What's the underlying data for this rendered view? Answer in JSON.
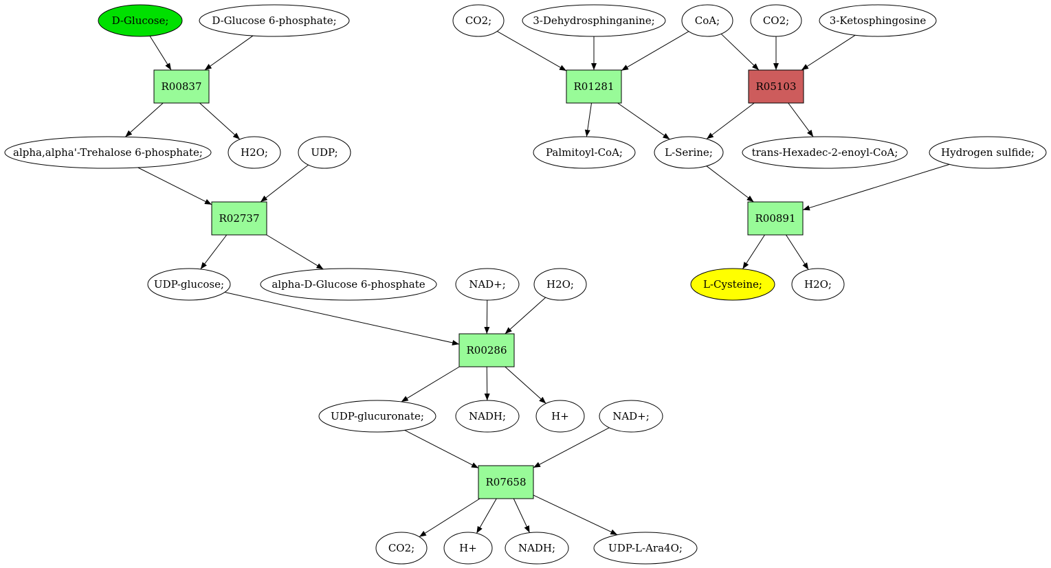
{
  "colors": {
    "background": "#ffffff",
    "compound": "#ffffff",
    "source_compound": "#00e000",
    "target_compound": "#ffff00",
    "reaction": "#98fb98",
    "reaction_highlight": "#cd5c5c"
  },
  "nodes": [
    {
      "id": "dglucose",
      "label": "D-Glucose;",
      "kind": "compound",
      "role": "source"
    },
    {
      "id": "g6p",
      "label": "D-Glucose 6-phosphate;",
      "kind": "compound"
    },
    {
      "id": "R00837",
      "label": "R00837",
      "kind": "reaction"
    },
    {
      "id": "treh6p",
      "label": "alpha,alpha'-Trehalose 6-phosphate;",
      "kind": "compound"
    },
    {
      "id": "h2o_a",
      "label": "H2O;",
      "kind": "compound"
    },
    {
      "id": "udp",
      "label": "UDP;",
      "kind": "compound"
    },
    {
      "id": "R02737",
      "label": "R02737",
      "kind": "reaction"
    },
    {
      "id": "udpglc",
      "label": "UDP-glucose;",
      "kind": "compound"
    },
    {
      "id": "adg6p",
      "label": "alpha-D-Glucose 6-phosphate",
      "kind": "compound"
    },
    {
      "id": "nad_a",
      "label": "NAD+;",
      "kind": "compound"
    },
    {
      "id": "h2o_b",
      "label": "H2O;",
      "kind": "compound"
    },
    {
      "id": "R00286",
      "label": "R00286",
      "kind": "reaction"
    },
    {
      "id": "udpglcA",
      "label": "UDP-glucuronate;",
      "kind": "compound"
    },
    {
      "id": "nadh_a",
      "label": "NADH;",
      "kind": "compound"
    },
    {
      "id": "hplus_a",
      "label": "H+",
      "kind": "compound"
    },
    {
      "id": "nad_b",
      "label": "NAD+;",
      "kind": "compound"
    },
    {
      "id": "R07658",
      "label": "R07658",
      "kind": "reaction"
    },
    {
      "id": "co2_c",
      "label": "CO2;",
      "kind": "compound"
    },
    {
      "id": "hplus_b",
      "label": "H+",
      "kind": "compound"
    },
    {
      "id": "nadh_b",
      "label": "NADH;",
      "kind": "compound"
    },
    {
      "id": "udpara",
      "label": "UDP-L-Ara4O;",
      "kind": "compound"
    },
    {
      "id": "co2_a",
      "label": "CO2;",
      "kind": "compound"
    },
    {
      "id": "dehydro",
      "label": "3-Dehydrosphinganine;",
      "kind": "compound"
    },
    {
      "id": "coa",
      "label": "CoA;",
      "kind": "compound"
    },
    {
      "id": "co2_b",
      "label": "CO2;",
      "kind": "compound"
    },
    {
      "id": "keto",
      "label": "3-Ketosphingosine",
      "kind": "compound"
    },
    {
      "id": "R01281",
      "label": "R01281",
      "kind": "reaction"
    },
    {
      "id": "R05103",
      "label": "R05103",
      "kind": "reaction",
      "highlight": true
    },
    {
      "id": "palm",
      "label": "Palmitoyl-CoA;",
      "kind": "compound"
    },
    {
      "id": "lser",
      "label": "L-Serine;",
      "kind": "compound"
    },
    {
      "id": "transhex",
      "label": "trans-Hexadec-2-enoyl-CoA;",
      "kind": "compound"
    },
    {
      "id": "h2s",
      "label": "Hydrogen sulfide;",
      "kind": "compound"
    },
    {
      "id": "R00891",
      "label": "R00891",
      "kind": "reaction"
    },
    {
      "id": "lcys",
      "label": "L-Cysteine;",
      "kind": "compound",
      "role": "target"
    },
    {
      "id": "h2o_c",
      "label": "H2O;",
      "kind": "compound"
    }
  ],
  "edges": [
    [
      "dglucose",
      "R00837"
    ],
    [
      "g6p",
      "R00837"
    ],
    [
      "R00837",
      "treh6p"
    ],
    [
      "R00837",
      "h2o_a"
    ],
    [
      "treh6p",
      "R02737"
    ],
    [
      "udp",
      "R02737"
    ],
    [
      "R02737",
      "udpglc"
    ],
    [
      "R02737",
      "adg6p"
    ],
    [
      "udpglc",
      "R00286"
    ],
    [
      "nad_a",
      "R00286"
    ],
    [
      "h2o_b",
      "R00286"
    ],
    [
      "R00286",
      "udpglcA"
    ],
    [
      "R00286",
      "nadh_a"
    ],
    [
      "R00286",
      "hplus_a"
    ],
    [
      "udpglcA",
      "R07658"
    ],
    [
      "nad_b",
      "R07658"
    ],
    [
      "R07658",
      "co2_c"
    ],
    [
      "R07658",
      "hplus_b"
    ],
    [
      "R07658",
      "nadh_b"
    ],
    [
      "R07658",
      "udpara"
    ],
    [
      "co2_a",
      "R01281"
    ],
    [
      "dehydro",
      "R01281"
    ],
    [
      "coa",
      "R01281"
    ],
    [
      "coa",
      "R05103"
    ],
    [
      "co2_b",
      "R05103"
    ],
    [
      "keto",
      "R05103"
    ],
    [
      "R01281",
      "palm"
    ],
    [
      "R01281",
      "lser"
    ],
    [
      "R05103",
      "lser"
    ],
    [
      "R05103",
      "transhex"
    ],
    [
      "lser",
      "R00891"
    ],
    [
      "h2s",
      "R00891"
    ],
    [
      "R00891",
      "lcys"
    ],
    [
      "R00891",
      "h2o_c"
    ]
  ]
}
